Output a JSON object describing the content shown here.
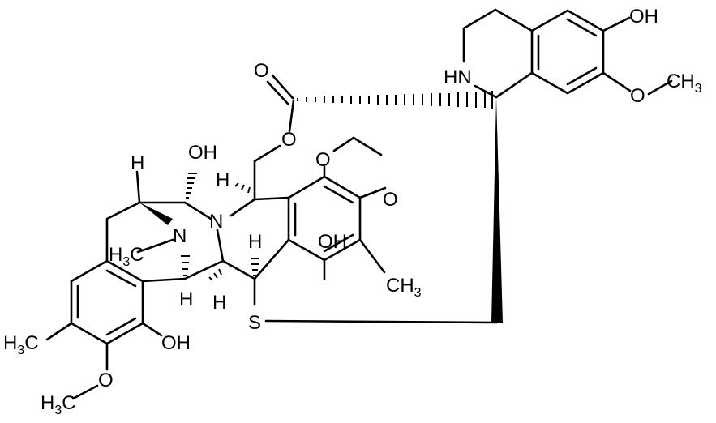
{
  "molecule": {
    "atom_labels": {
      "oh_top_right": "OH",
      "ome_top_right": "O",
      "ch3_top_right": "CH",
      "ch3_top_right_sub": "3",
      "nh": "HN",
      "o_carbonyl": "O",
      "o_ester": "O",
      "o_diox_1": "O",
      "o_diox_2": "O",
      "oh_center": "OH",
      "ch3_center": "CH",
      "ch3_center_sub": "3",
      "h_top_left": "H",
      "oh_upper": "OH",
      "h_center_1": "H",
      "n_center": "N",
      "n_bridge": "N",
      "h3c_bridge": "H",
      "h3c_bridge_sub": "3",
      "h3c_bridge_c": "C",
      "h_center_2": "H",
      "h_lower_left": "H",
      "h_lower_center": "H",
      "s": "S",
      "h3c_left": "H",
      "h3c_left_sub": "3",
      "h3c_left_c": "C",
      "oh_lower": "OH",
      "o_lower": "O",
      "h3c_bottom": "H",
      "h3c_bottom_sub": "3",
      "h3c_bottom_c": "C"
    }
  }
}
